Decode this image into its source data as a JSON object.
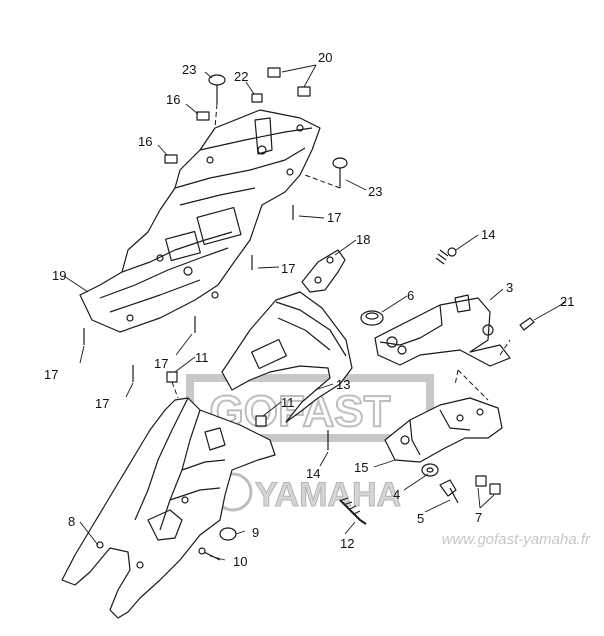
{
  "callouts": [
    {
      "id": "c1",
      "label": "23"
    },
    {
      "id": "c2",
      "label": "22"
    },
    {
      "id": "c3",
      "label": "20"
    },
    {
      "id": "c4",
      "label": "16"
    },
    {
      "id": "c5",
      "label": "16"
    },
    {
      "id": "c6",
      "label": "23"
    },
    {
      "id": "c7",
      "label": "17"
    },
    {
      "id": "c8",
      "label": "18"
    },
    {
      "id": "c9",
      "label": "17"
    },
    {
      "id": "c10",
      "label": "14"
    },
    {
      "id": "c11",
      "label": "19"
    },
    {
      "id": "c12",
      "label": "6"
    },
    {
      "id": "c13",
      "label": "3"
    },
    {
      "id": "c14",
      "label": "21"
    },
    {
      "id": "c15",
      "label": "17"
    },
    {
      "id": "c16",
      "label": "17"
    },
    {
      "id": "c17",
      "label": "11"
    },
    {
      "id": "c18",
      "label": "17"
    },
    {
      "id": "c19",
      "label": "13"
    },
    {
      "id": "c20",
      "label": "11"
    },
    {
      "id": "c21",
      "label": "14"
    },
    {
      "id": "c22",
      "label": "15"
    },
    {
      "id": "c23",
      "label": "4"
    },
    {
      "id": "c24",
      "label": "5"
    },
    {
      "id": "c25",
      "label": "7"
    },
    {
      "id": "c26",
      "label": "8"
    },
    {
      "id": "c27",
      "label": "9"
    },
    {
      "id": "c28",
      "label": "12"
    },
    {
      "id": "c29",
      "label": "10"
    }
  ],
  "watermark": {
    "logo_top": "GOFAST",
    "logo_bottom": "YAMAHA",
    "url": "www.gofast-yamaha.fr"
  }
}
